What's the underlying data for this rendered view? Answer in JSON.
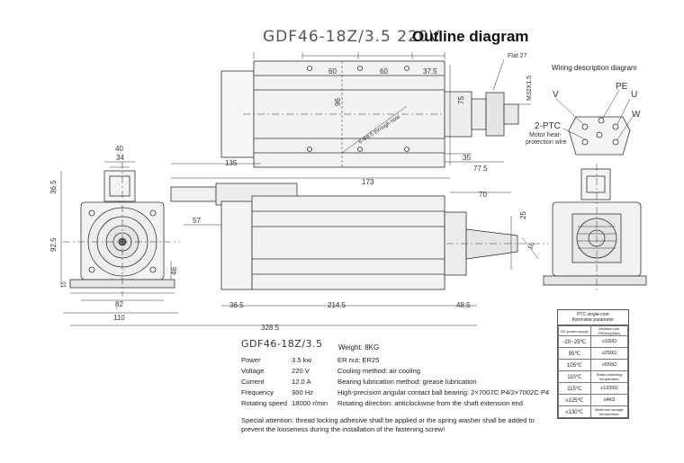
{
  "title": {
    "model": "GDF46-18Z/3.5 220V",
    "main": "Outline diagram"
  },
  "front_view": {
    "dims": [
      "40",
      "34",
      "36.5",
      "92.5",
      "46",
      "10",
      "82",
      "110"
    ]
  },
  "top_view": {
    "dims": [
      "60",
      "60",
      "37.5",
      "96",
      "75",
      "35",
      "77.5"
    ],
    "hole_note": "6-Φ8.5 through hole",
    "flat_label": "Flat 27",
    "thread_label": "M32X1.5"
  },
  "side_view": {
    "dims": [
      "135",
      "173",
      "70",
      "57",
      "25",
      "16",
      "36.5",
      "214.5",
      "48.5",
      "328.5"
    ]
  },
  "wiring": {
    "title": "Wiring description diagram",
    "labels": {
      "v": "V",
      "pe": "PE",
      "u": "U",
      "w": "W",
      "ptc": "2-PTC",
      "ptc_desc": "Motor heat-protection wire"
    },
    "motor_desc_line1": "Motor heat-",
    "motor_desc_line2": "protection wire"
  },
  "ptc_table": {
    "title_line1": "PTC single-core",
    "title_line2": "thermistor parameter",
    "head": [
      "DC power supply",
      "Minimum per 2R(0Hz)(Max)"
    ],
    "rows": [
      {
        "temp": "-20~25℃",
        "value": "≤100Ω"
      },
      {
        "temp": "95℃",
        "value": "≤250Ω"
      },
      {
        "temp": "105℃",
        "value": "≤550Ω"
      },
      {
        "temp": "110℃",
        "value": "Rated operating temperature"
      },
      {
        "temp": "115℃",
        "value": "≥1330Ω"
      },
      {
        "temp": "≥125℃",
        "value": "≥4kΩ"
      },
      {
        "temp": "≤130℃",
        "value": "Maximum storage temperature"
      }
    ]
  },
  "specs": {
    "model": "GDF46-18Z/3.5",
    "weight": "Weight: 8KG",
    "rows": [
      {
        "key": "Power",
        "value": "3.5 kw",
        "desc": "ER nut: ER25"
      },
      {
        "key": "Voltage",
        "value": "220 V",
        "desc": "Cooling method: air cooling"
      },
      {
        "key": "Current",
        "value": "12.0 A",
        "desc": "Bearing lubrication method: grease lubrication"
      },
      {
        "key": "Frequency",
        "value": "300 Hz",
        "desc": "High-precision angular contact ball bearing: 2×7007C P4/2×7002C P4"
      },
      {
        "key": "Rotating speed",
        "value": "18000 r/min",
        "desc": "Rotating direction: anticlockwise from the shaft extension end"
      }
    ],
    "note_line1": "Special attention: thread locking adhesive shall be applied or the spring washer shall be added to",
    "note_line2": "prevent the looseness during the installation of the fastening screw!"
  }
}
